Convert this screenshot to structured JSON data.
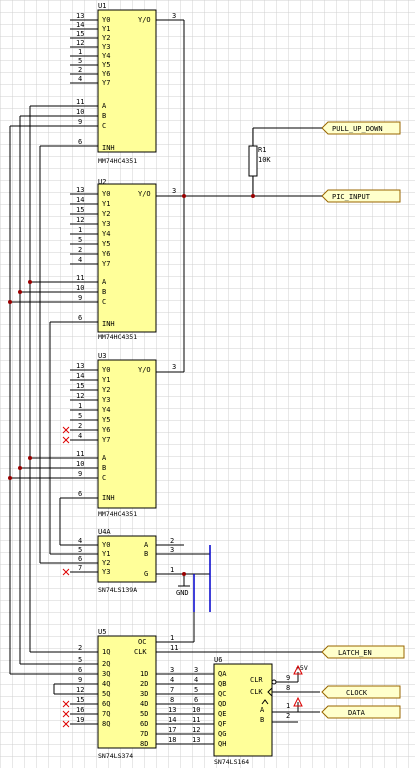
{
  "components": [
    {
      "ref": "U1",
      "part": "MM74HC4351",
      "bottom_pin": "INH",
      "left_pins": [
        {
          "num": "13",
          "name": "Y0"
        },
        {
          "num": "14",
          "name": "Y1"
        },
        {
          "num": "15",
          "name": "Y2"
        },
        {
          "num": "12",
          "name": "Y3"
        },
        {
          "num": "1",
          "name": "Y4"
        },
        {
          "num": "5",
          "name": "Y5"
        },
        {
          "num": "2",
          "name": "Y6"
        },
        {
          "num": "4",
          "name": "Y7"
        },
        {
          "num": "11",
          "name": "A"
        },
        {
          "num": "10",
          "name": "B"
        },
        {
          "num": "9",
          "name": "C"
        },
        {
          "num": "6",
          "name": "INH"
        }
      ],
      "right_pins": [
        {
          "num": "3",
          "name": "Y/O"
        }
      ]
    },
    {
      "ref": "U2",
      "part": "MM74HC4351",
      "bottom_pin": "INH",
      "left_pins": [
        {
          "num": "13",
          "name": "Y0"
        },
        {
          "num": "14",
          "name": "Y1"
        },
        {
          "num": "15",
          "name": "Y2"
        },
        {
          "num": "12",
          "name": "Y3"
        },
        {
          "num": "1",
          "name": "Y4"
        },
        {
          "num": "5",
          "name": "Y5"
        },
        {
          "num": "2",
          "name": "Y6"
        },
        {
          "num": "4",
          "name": "Y7"
        },
        {
          "num": "11",
          "name": "A"
        },
        {
          "num": "10",
          "name": "B"
        },
        {
          "num": "9",
          "name": "C"
        },
        {
          "num": "6",
          "name": "INH"
        }
      ],
      "right_pins": [
        {
          "num": "3",
          "name": "Y/O"
        }
      ]
    },
    {
      "ref": "U3",
      "part": "MM74HC4351",
      "bottom_pin": "INH",
      "left_pins": [
        {
          "num": "13",
          "name": "Y0"
        },
        {
          "num": "14",
          "name": "Y1"
        },
        {
          "num": "15",
          "name": "Y2"
        },
        {
          "num": "12",
          "name": "Y3"
        },
        {
          "num": "1",
          "name": "Y4"
        },
        {
          "num": "5",
          "name": "Y5"
        },
        {
          "num": "2",
          "name": "Y6"
        },
        {
          "num": "4",
          "name": "Y7"
        },
        {
          "num": "11",
          "name": "A"
        },
        {
          "num": "10",
          "name": "B"
        },
        {
          "num": "9",
          "name": "C"
        },
        {
          "num": "6",
          "name": "INH"
        }
      ],
      "right_pins": [
        {
          "num": "3",
          "name": "Y/O"
        }
      ]
    },
    {
      "ref": "U4A",
      "part": "SN74LS139A",
      "left_pins": [
        {
          "num": "4",
          "name": "Y0"
        },
        {
          "num": "5",
          "name": "Y1"
        },
        {
          "num": "6",
          "name": "Y2"
        },
        {
          "num": "7",
          "name": "Y3"
        }
      ],
      "right_pins": [
        {
          "num": "2",
          "name": "A"
        },
        {
          "num": "3",
          "name": "B"
        },
        {
          "num": "1",
          "name": "G"
        }
      ],
      "extra_label": "GND"
    },
    {
      "ref": "U5",
      "part": "SN74LS374",
      "left_pins": [
        {
          "num": "2",
          "name": "1Q"
        },
        {
          "num": "5",
          "name": "2Q"
        },
        {
          "num": "6",
          "name": "3Q"
        },
        {
          "num": "9",
          "name": "4Q"
        },
        {
          "num": "12",
          "name": "5Q"
        },
        {
          "num": "15",
          "name": "6Q"
        },
        {
          "num": "16",
          "name": "7Q"
        },
        {
          "num": "19",
          "name": "8Q"
        }
      ],
      "right_pins": [
        {
          "num": "1",
          "name": "OC"
        },
        {
          "num": "11",
          "name": "CLK"
        },
        {
          "num": "3",
          "name": "1D"
        },
        {
          "num": "4",
          "name": "2D"
        },
        {
          "num": "7",
          "name": "3D"
        },
        {
          "num": "8",
          "name": "4D"
        },
        {
          "num": "13",
          "name": "5D"
        },
        {
          "num": "14",
          "name": "6D"
        },
        {
          "num": "17",
          "name": "7D"
        },
        {
          "num": "18",
          "name": "8D"
        }
      ]
    },
    {
      "ref": "U6",
      "part": "SN74LS164",
      "left_pins": [
        {
          "num": "3",
          "name": "QA"
        },
        {
          "num": "4",
          "name": "QB"
        },
        {
          "num": "5",
          "name": "QC"
        },
        {
          "num": "6",
          "name": "QD"
        },
        {
          "num": "10",
          "name": "QE"
        },
        {
          "num": "11",
          "name": "QF"
        },
        {
          "num": "12",
          "name": "QG"
        },
        {
          "num": "13",
          "name": "QH"
        }
      ],
      "right_pins": [
        {
          "num": "9",
          "name": "CLR"
        },
        {
          "num": "8",
          "name": "CLK"
        },
        {
          "num": "1",
          "name": "A"
        },
        {
          "num": "2",
          "name": "B"
        }
      ],
      "extra_label": "+5V"
    }
  ],
  "resistor": {
    "ref": "R1",
    "value": "10K"
  },
  "ports": [
    "PULL_UP_DOWN",
    "PIC_INPUT",
    "LATCH_EN",
    "CLOCK",
    "DATA"
  ]
}
